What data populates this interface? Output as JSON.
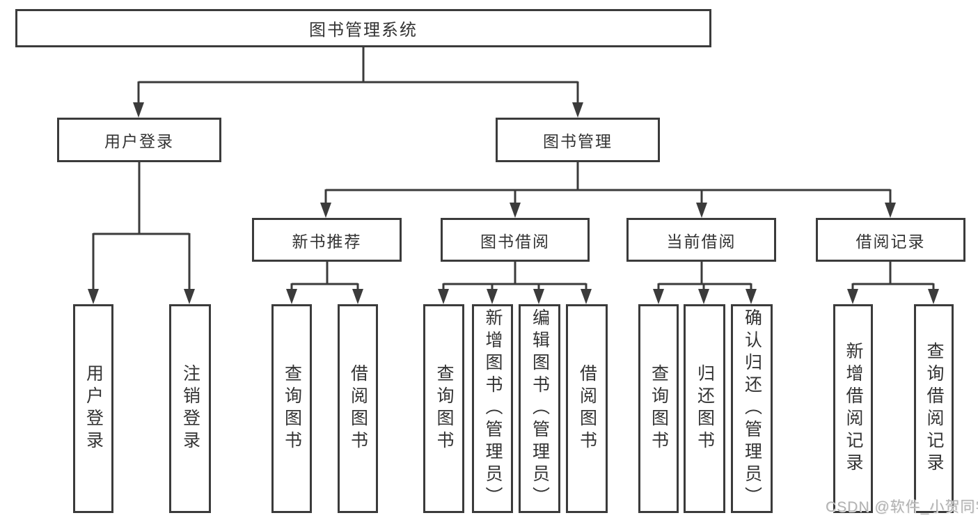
{
  "diagram": {
    "root": "图书管理系统",
    "level2": {
      "user_login": "用户登录",
      "book_management": "图书管理"
    },
    "level3": {
      "new_books": "新书推荐",
      "borrowing": "图书借阅",
      "current": "当前借阅",
      "records": "借阅记录"
    },
    "leaves": {
      "user_login": [
        "用户登录",
        "注销登录"
      ],
      "new_books": [
        "查询图书",
        "借阅图书"
      ],
      "borrowing": [
        "查询图书",
        "新增图书（管理员）",
        "编辑图书（管理员）",
        "借阅图书"
      ],
      "current": [
        "查询图书",
        "归还图书",
        "确认归还（管理员）"
      ],
      "records": [
        "新增借阅记录",
        "查询借阅记录"
      ]
    }
  },
  "watermark": "CSDN @软件_小贺同学",
  "colors": {
    "line": "#3b3b3b",
    "text": "#333333",
    "background": "#ffffff",
    "watermark": "#b2b2b2"
  }
}
